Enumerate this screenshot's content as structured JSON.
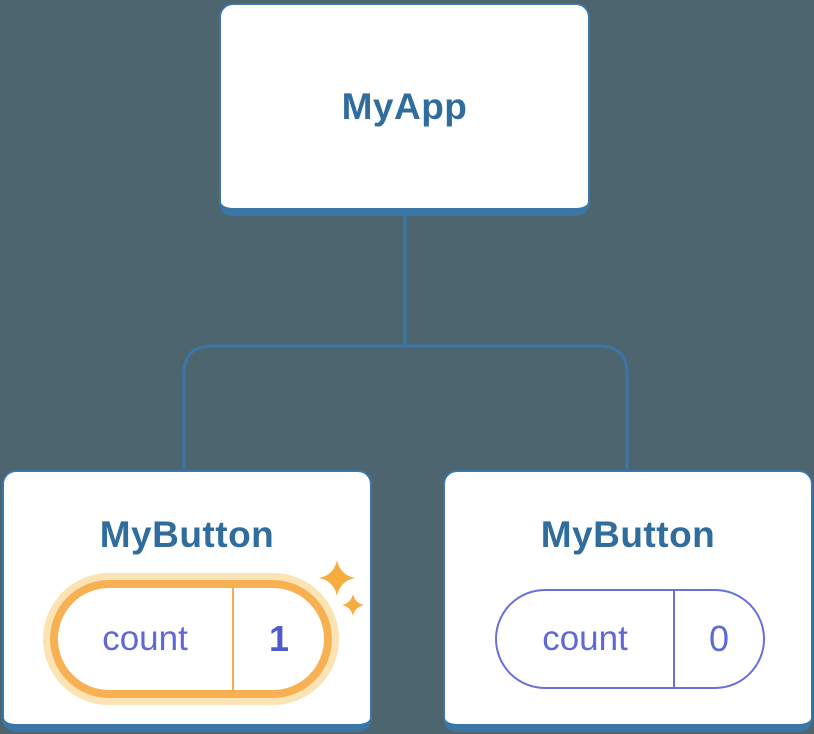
{
  "tree": {
    "root": {
      "label": "MyApp"
    },
    "children": [
      {
        "label": "MyButton",
        "state": {
          "name": "count",
          "value": "1",
          "highlighted": true
        }
      },
      {
        "label": "MyButton",
        "state": {
          "name": "count",
          "value": "0",
          "highlighted": false
        }
      }
    ]
  },
  "icons": {
    "sparkles": "sparkles-icon"
  },
  "colors": {
    "background": "#4C656E",
    "card_background": "#FFFFFF",
    "card_border_blue": "#3B76A6",
    "component_label_blue": "#306C9C",
    "state_text_purple": "#5E68D6",
    "state_value_highlighted_purple": "#5159CE",
    "plain_pill_border_purple": "#6771D8",
    "highlight_orange": "#F8B152",
    "highlight_halo_orange": "#FCE3B4",
    "sparkle_orange": "#F7AC3F"
  }
}
